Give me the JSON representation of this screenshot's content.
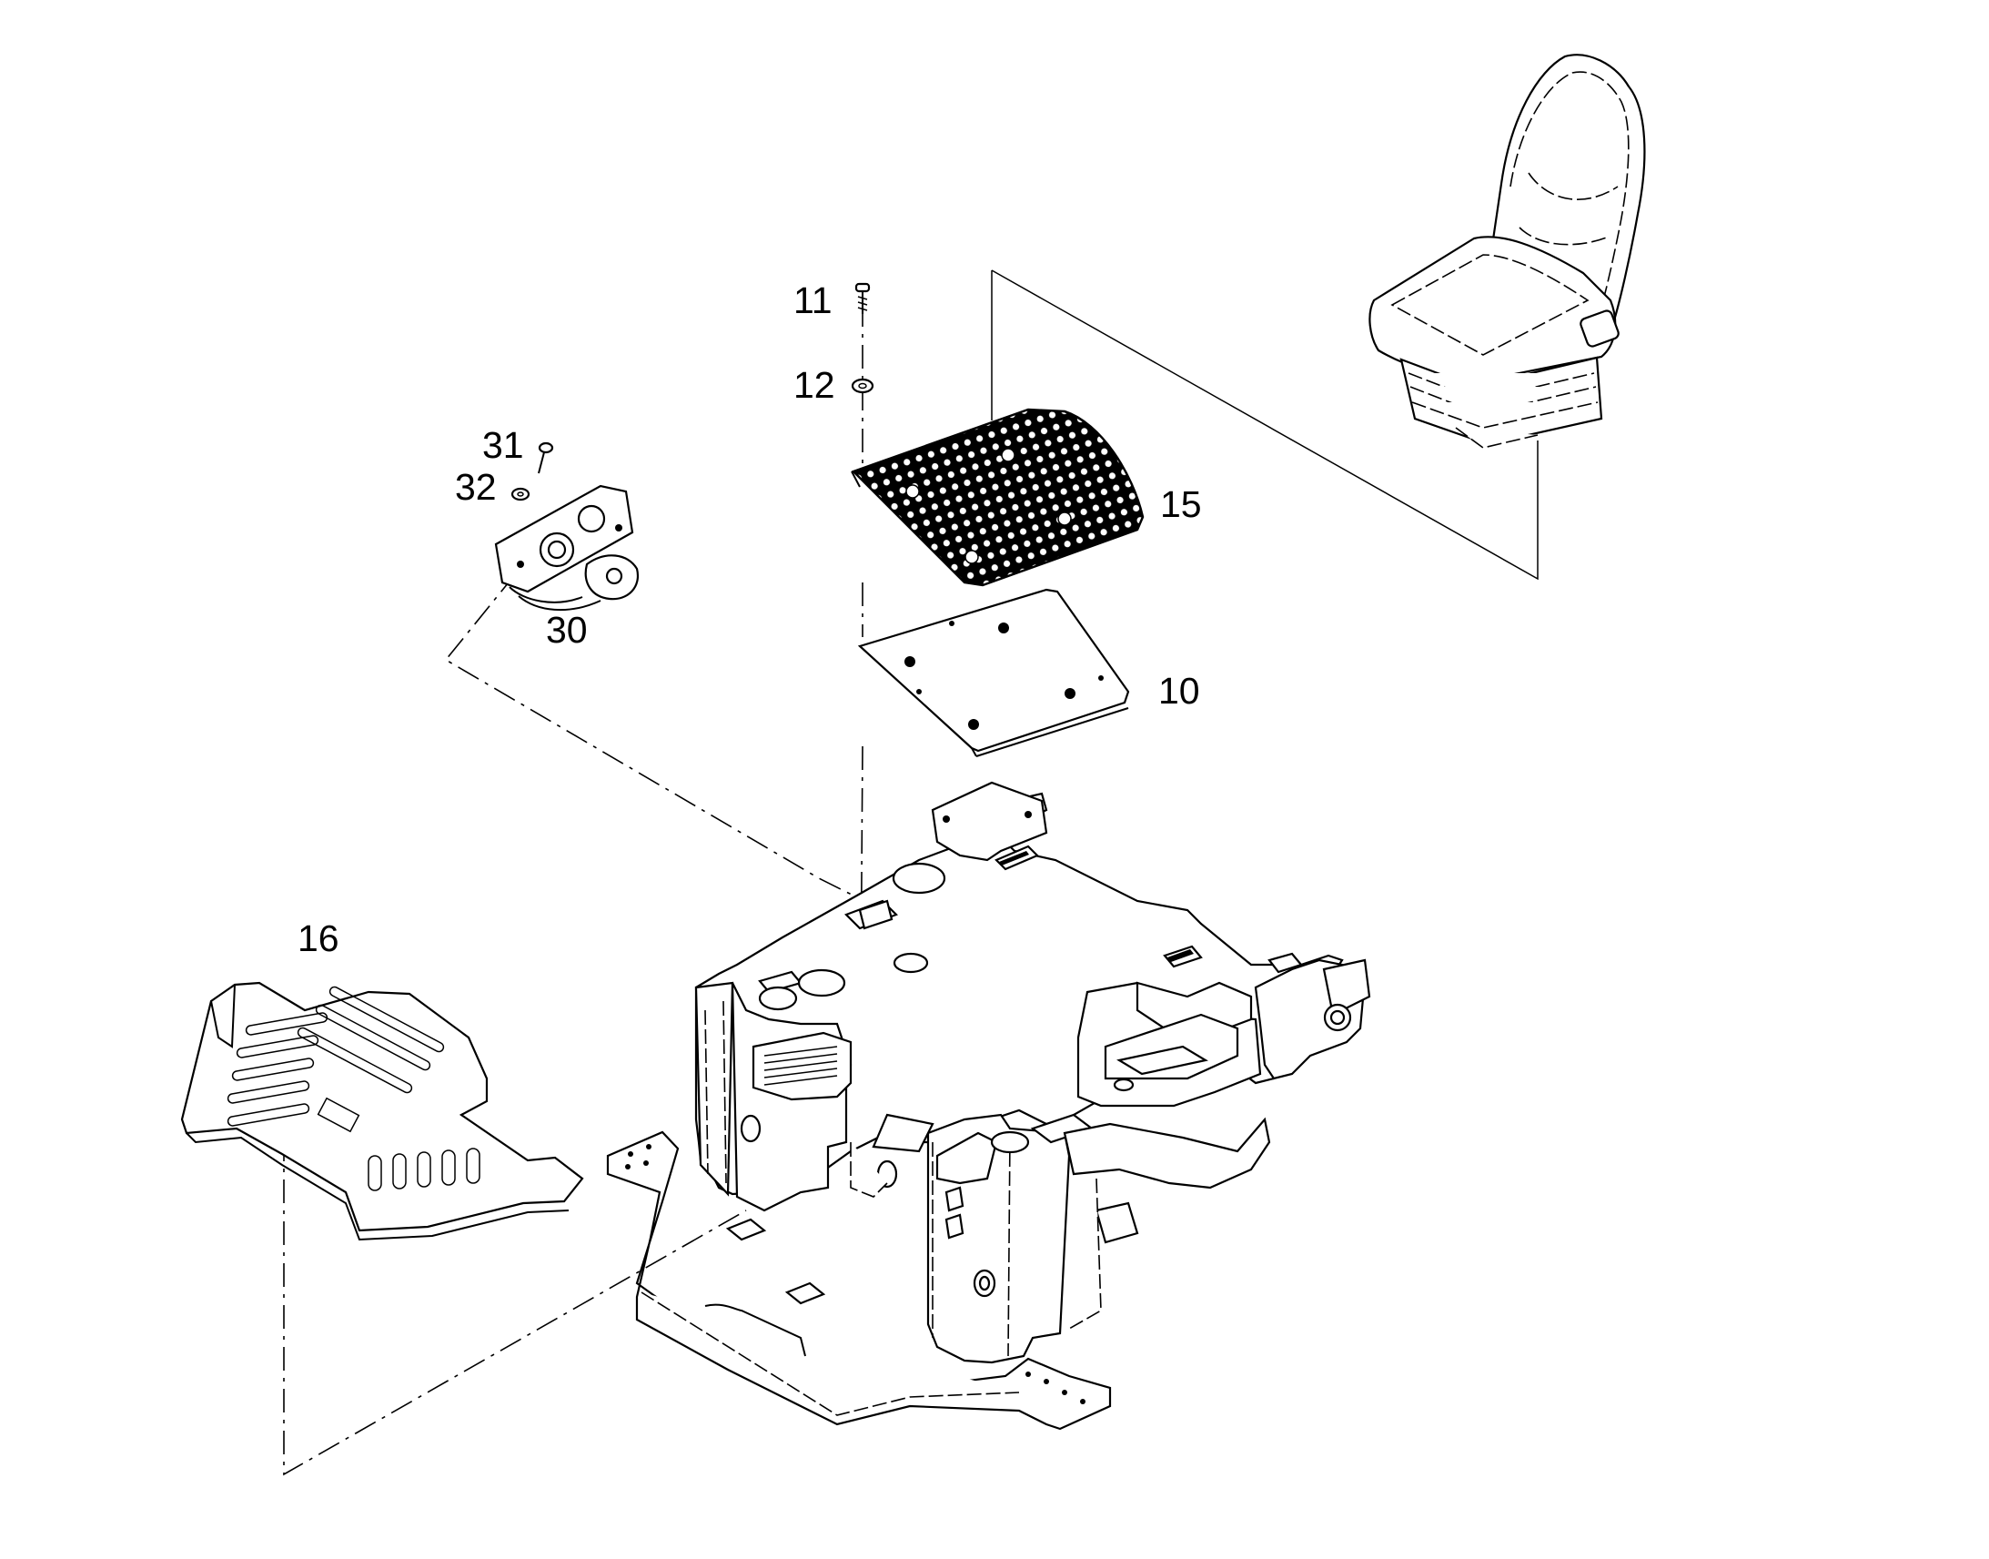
{
  "callouts": {
    "c11": "11",
    "c12": "12",
    "c15": "15",
    "c10": "10",
    "c31": "31",
    "c32": "32",
    "c30": "30",
    "c16": "16"
  },
  "icons": [
    "seat-assembly-icon",
    "seat-mat-icon",
    "base-plate-icon",
    "switch-panel-icon",
    "floor-mat-icon",
    "platform-frame-icon",
    "screw-icon",
    "washer-icon"
  ]
}
